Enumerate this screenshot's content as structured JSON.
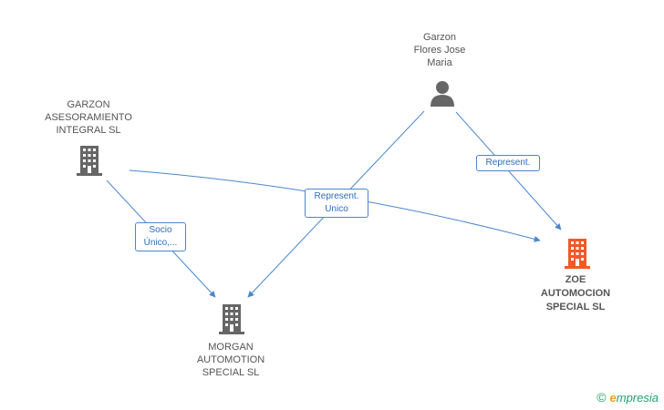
{
  "nodes": {
    "garzon_asesoramiento": {
      "label": "GARZON\nASESORAMIENTO\nINTEGRAL  SL",
      "type": "company"
    },
    "garzon_flores": {
      "label": "Garzon\nFlores Jose\nMaria",
      "type": "person"
    },
    "zoe_automocion": {
      "label": "ZOE\nAUTOMOCION\nSPECIAL SL",
      "type": "company-highlight"
    },
    "morgan_automotion": {
      "label": "MORGAN\nAUTOMOTION\nSPECIAL SL",
      "type": "company"
    }
  },
  "edges": {
    "socio_unico": {
      "label": "Socio\nÚnico,..."
    },
    "represent_unico": {
      "label": "Represent.\nUnico"
    },
    "represent": {
      "label": "Represent."
    }
  },
  "colors": {
    "edge": "#4a86d0",
    "company_icon": "#666666",
    "highlight_icon": "#f05a28",
    "person_icon": "#666666"
  },
  "footer": {
    "copyright_symbol": "©",
    "brand_initial": "e",
    "brand_rest": "mpresia"
  }
}
